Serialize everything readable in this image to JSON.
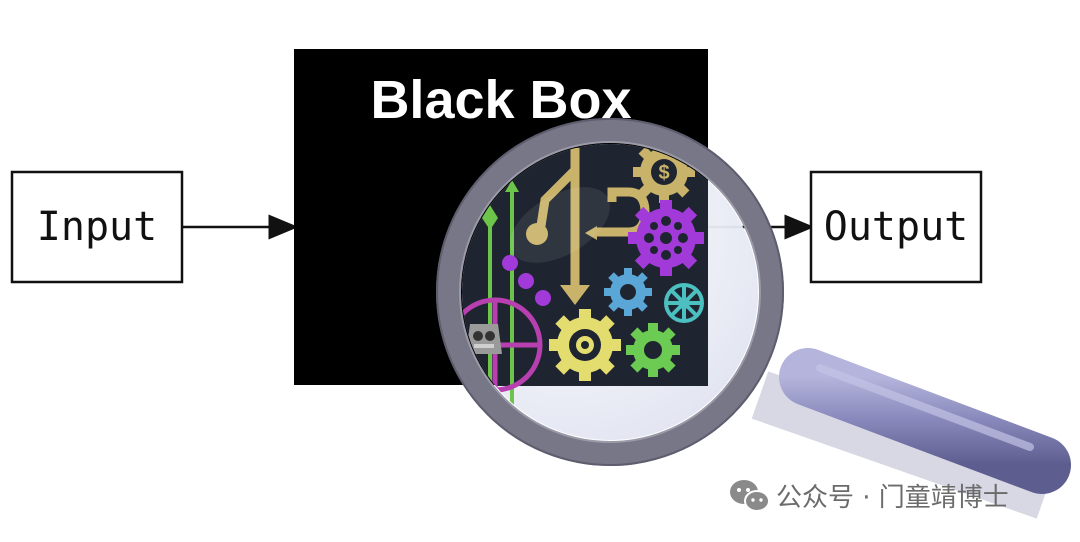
{
  "diagram": {
    "input_label": "Input",
    "output_label": "Output",
    "black_box_title": "Black Box"
  },
  "watermark": {
    "text": "公众号 · 门童靖博士",
    "icon": "wechat-icon"
  },
  "colors": {
    "black_box": "#000000",
    "lens_rim": "#777788",
    "handle": "#8c8cbe",
    "lens_inner": "#232a36",
    "gold": "#c9b36a",
    "yellow_gear": "#e3dc6e",
    "purple_gear": "#a23ad9",
    "blue_gear": "#5aa6d6",
    "teal_gear": "#4cc0c0",
    "green_gear": "#6ccb52",
    "magenta": "#b83fb0"
  }
}
